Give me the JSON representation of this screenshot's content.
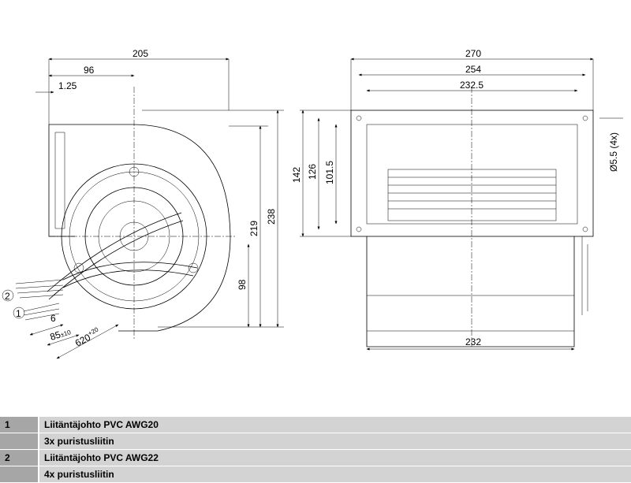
{
  "side_view": {
    "dims": {
      "width_total": "205",
      "offset": "96",
      "flange": "1.25",
      "height_outlet": "219",
      "height_total": "238",
      "axis_height": "98",
      "strip": "6",
      "lead_length": "85",
      "lead_tol": "±10",
      "cable_length": "620",
      "cable_tol": "+20"
    },
    "callouts": [
      "1",
      "2"
    ]
  },
  "front_view": {
    "dims": {
      "w270": "270",
      "w254": "254",
      "w232_5": "232.5",
      "h142": "142",
      "h126": "126",
      "h101_5": "101.5",
      "holes": "Ø5.5 (4x)",
      "w232": "232"
    }
  },
  "legend": [
    {
      "num": "1",
      "text": "Liitäntäjohto PVC AWG20"
    },
    {
      "num": "",
      "text": "3x puristusliitin"
    },
    {
      "num": "2",
      "text": "Liitäntäjohto PVC AWG22"
    },
    {
      "num": "",
      "text": "4x puristusliitin"
    }
  ]
}
